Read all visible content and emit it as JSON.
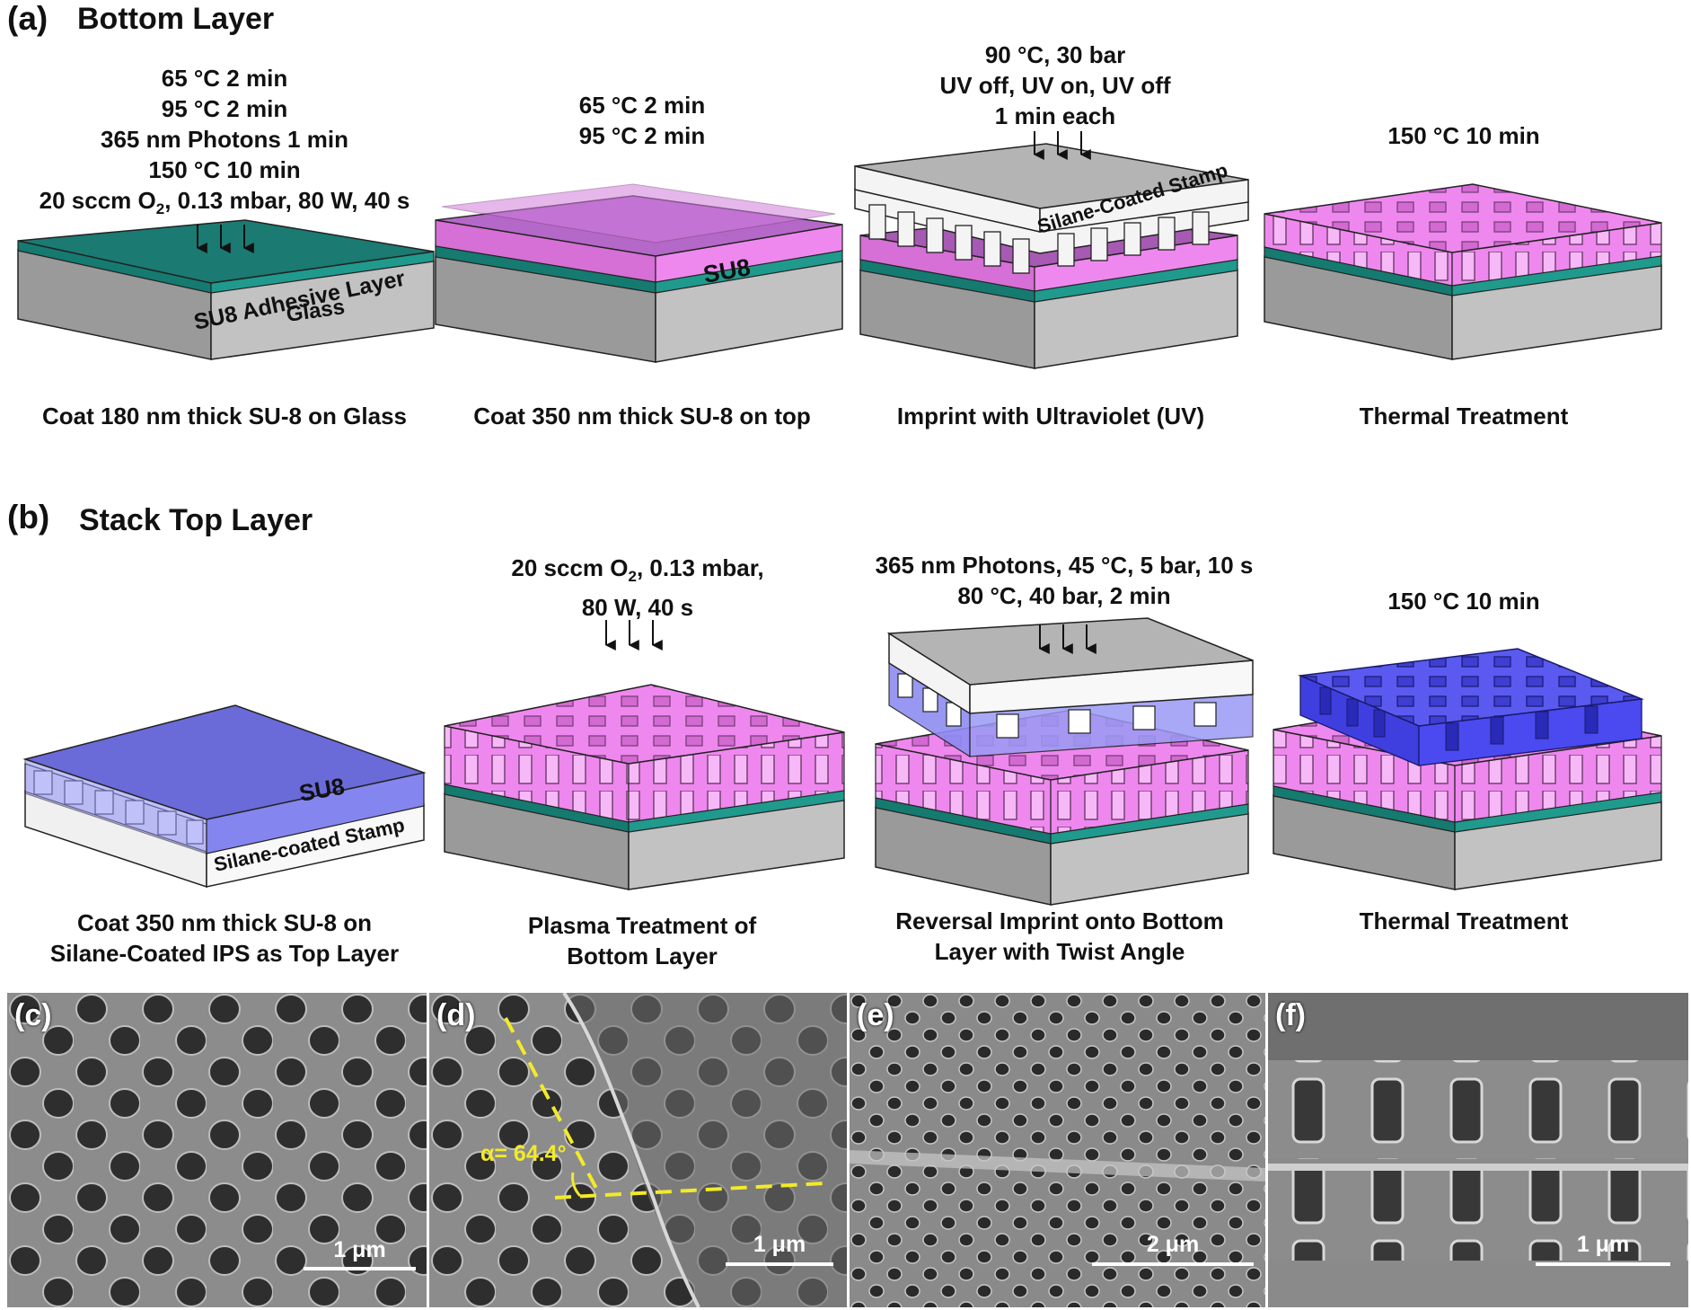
{
  "panel_a": {
    "label": "(a)",
    "title": "Bottom Layer",
    "steps": [
      {
        "conditions": [
          "65 °C 2 min",
          "95 °C 2 min",
          "365 nm Photons 1 min",
          "150 °C 10 min"
        ],
        "plasma": {
          "pre": "20 sccm O",
          "sub": "2",
          "post": ", 0.13 mbar, 80 W, 40 s"
        },
        "caption": [
          "Coat 180 nm thick SU-8 on Glass"
        ],
        "labels": {
          "adhesive": "SU8 Adhesive Layer",
          "glass": "Glass"
        }
      },
      {
        "conditions": [
          "65 °C 2 min",
          "95 °C 2 min"
        ],
        "caption": [
          "Coat 350 nm thick SU-8 on top"
        ],
        "labels": {
          "su8": "SU8"
        }
      },
      {
        "conditions": [
          "90 °C, 30 bar",
          "UV off, UV on, UV off",
          "1 min each"
        ],
        "caption": [
          "Imprint with Ultraviolet (UV)"
        ],
        "labels": {
          "stamp": "Silane-Coated Stamp"
        }
      },
      {
        "conditions": [
          "150 °C 10 min"
        ],
        "caption": [
          "Thermal Treatment"
        ]
      }
    ]
  },
  "panel_b": {
    "label": "(b)",
    "title": "Stack Top Layer",
    "steps": [
      {
        "conditions": [],
        "caption": [
          "Coat 350 nm thick SU-8 on",
          "Silane-Coated IPS as Top Layer"
        ],
        "labels": {
          "su8": "SU8",
          "stamp": "Silane-coated Stamp"
        }
      },
      {
        "plasma": {
          "pre": "20 sccm O",
          "sub": "2",
          "post": ", 0.13 mbar,"
        },
        "conditions": [
          "80 W, 40 s"
        ],
        "caption": [
          "Plasma Treatment of",
          "Bottom Layer"
        ]
      },
      {
        "conditions": [
          "365 nm Photons, 45 °C, 5 bar, 10 s",
          "80 °C, 40 bar, 2 min"
        ],
        "caption": [
          "Reversal Imprint onto Bottom",
          "Layer with Twist Angle"
        ]
      },
      {
        "conditions": [
          "150 °C 10 min"
        ],
        "caption": [
          "Thermal Treatment"
        ]
      }
    ]
  },
  "sem": [
    {
      "label": "(c)",
      "scale": "1 μm"
    },
    {
      "label": "(d)",
      "scale": "1 μm",
      "angle": "α= 64.4°"
    },
    {
      "label": "(e)",
      "scale": "2 μm"
    },
    {
      "label": "(f)",
      "scale": "1 μm"
    }
  ],
  "colors": {
    "glass": "#b4b4b4",
    "adhesive": "#1f8a7f",
    "su8": "#ee88ee",
    "stamp": "#f2f2f2",
    "top": "#6b6bf2",
    "angle": "#f2ea2a"
  }
}
